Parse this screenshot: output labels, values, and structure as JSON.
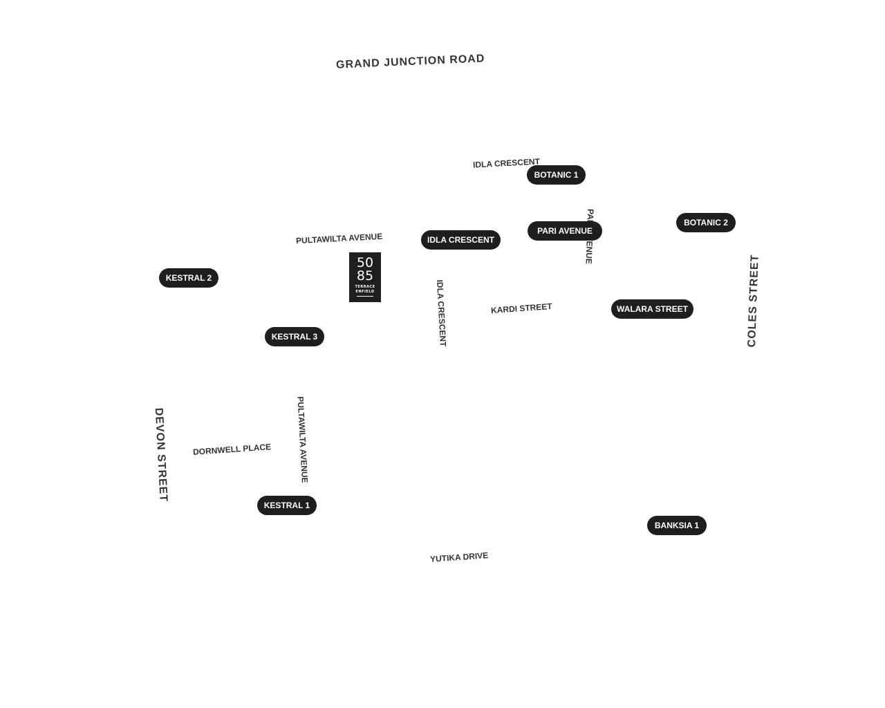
{
  "streets": {
    "grand_junction_road": "GRAND  JUNCTION  ROAD",
    "idla_crescent_top": "IDLA CRESCENT",
    "pultawilta_avenue_top": "PULTAWILTA  AVENUE",
    "pari_avenue_vertical": "PARI AVENUE",
    "coles_street": "COLES  STREET",
    "idla_crescent_vertical": "IDLA CRESCENT",
    "kardi_street": "KARDI STREET",
    "devon_street": "DEVON  STREET",
    "dornwell_place": "DORNWELL  PLACE",
    "pultawilta_avenue_vertical": "PULTAWILTA  AVENUE",
    "yutika_drive": "YUTIKA  DRIVE"
  },
  "pills": {
    "botanic_1": "BOTANIC 1",
    "idla_crescent": "IDLA CRESCENT",
    "pari_avenue": "PARI AVENUE",
    "botanic_2": "BOTANIC 2",
    "kestral_2": "KESTRAL 2",
    "walara_street": "WALARA STREET",
    "kestral_3": "KESTRAL 3",
    "kestral_1": "KESTRAL 1",
    "banksia_1": "BANKSIA 1"
  },
  "logo": {
    "line1": "50",
    "line2": "85",
    "line3": "TERRACE",
    "line4": "ENFIELD"
  },
  "colors": {
    "pill_background": "#1e1e1e",
    "pill_text": "#ffffff",
    "street_text": "#333333",
    "page_background": "#ffffff"
  }
}
